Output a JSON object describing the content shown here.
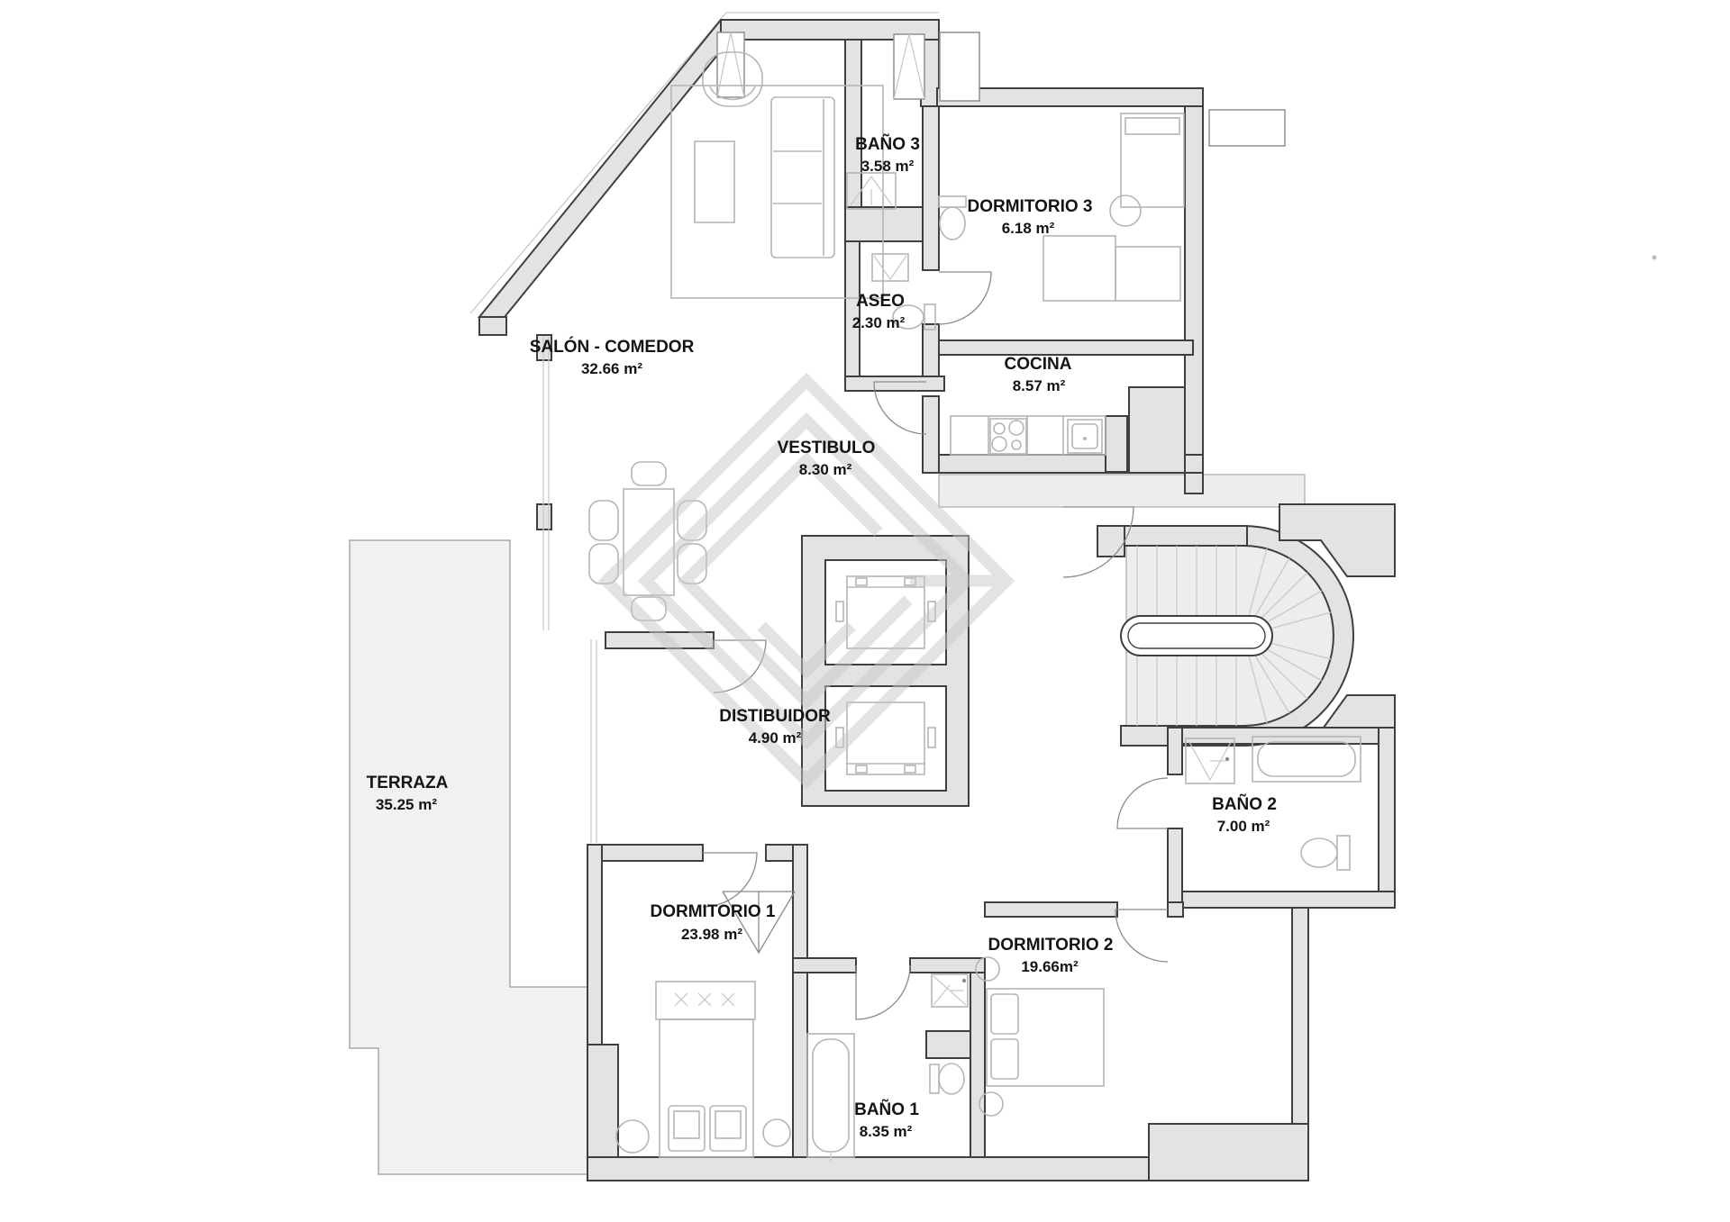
{
  "plan": {
    "type": "apartment-floor-plan",
    "units": "m²",
    "colors": {
      "background": "#ffffff",
      "wall_fill": "#e3e3e3",
      "wall_outline": "#3f3f3f",
      "terrace_fill": "#f1f1f1",
      "furniture_stroke": "#b5b5b5",
      "label_text": "#141414",
      "watermark": "#c8c8c8"
    },
    "watermark_icon": "diamond-logo",
    "rooms": [
      {
        "id": "salon",
        "name": "SALÓN - COMEDOR",
        "area": "32.66 m²"
      },
      {
        "id": "bano3",
        "name": "BAÑO 3",
        "area": "3.58 m²"
      },
      {
        "id": "dormitorio3",
        "name": "DORMITORIO 3",
        "area": "6.18 m²"
      },
      {
        "id": "aseo",
        "name": "ASEO",
        "area": "2.30 m²"
      },
      {
        "id": "cocina",
        "name": "COCINA",
        "area": "8.57 m²"
      },
      {
        "id": "vestibulo",
        "name": "VESTIBULO",
        "area": "8.30 m²"
      },
      {
        "id": "distibuidor",
        "name": "DISTIBUIDOR",
        "area": "4.90 m²"
      },
      {
        "id": "terraza",
        "name": "TERRAZA",
        "area": "35.25 m²"
      },
      {
        "id": "bano2",
        "name": "BAÑO 2",
        "area": "7.00 m²"
      },
      {
        "id": "dormitorio1",
        "name": "DORMITORIO 1",
        "area": "23.98 m²"
      },
      {
        "id": "dormitorio2",
        "name": "DORMITORIO 2",
        "area": "19.66m²"
      },
      {
        "id": "bano1",
        "name": "BAÑO 1",
        "area": "8.35 m²"
      }
    ]
  }
}
